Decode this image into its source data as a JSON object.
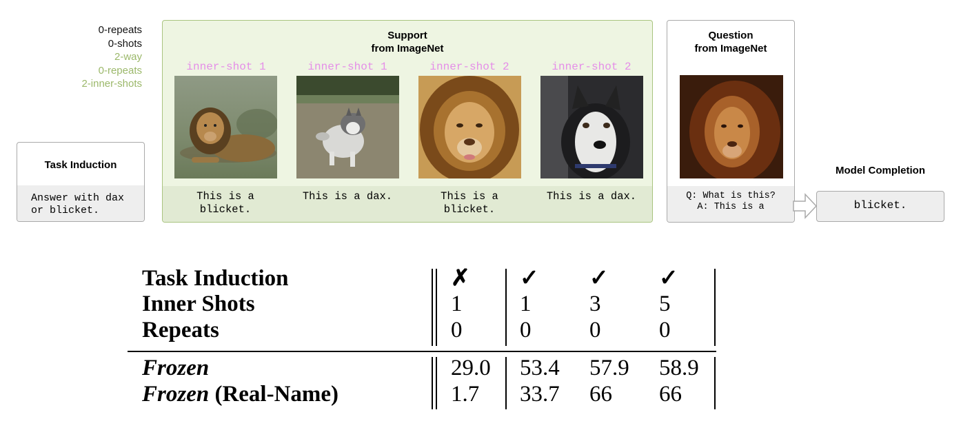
{
  "legend": {
    "black": [
      "0-repeats",
      "0-shots"
    ],
    "green": [
      "2-way",
      "0-repeats",
      "2-inner-shots"
    ]
  },
  "task_induction": {
    "title": "Task Induction",
    "text": "Answer with dax\nor blicket."
  },
  "support": {
    "title_line1": "Support",
    "title_line2": "from ImageNet",
    "shots": [
      {
        "label": "inner-shot 1",
        "caption": "This is a\nblicket.",
        "image": "lion-lying-image"
      },
      {
        "label": "inner-shot 1",
        "caption": "This is a dax.",
        "image": "husky-puppy-image"
      },
      {
        "label": "inner-shot 2",
        "caption": "This is a\nblicket.",
        "image": "lion-face-image"
      },
      {
        "label": "inner-shot 2",
        "caption": "This is a dax.",
        "image": "husky-face-image"
      }
    ]
  },
  "question": {
    "title_line1": "Question",
    "title_line2": "from ImageNet",
    "text": "Q: What is this?\nA: This is a"
  },
  "model_completion": {
    "title": "Model Completion",
    "text": "blicket."
  },
  "table": {
    "row_headers": [
      "Task Induction",
      "Inner Shots",
      "Repeats"
    ],
    "columns": [
      {
        "task_induction": "✗",
        "inner_shots": "1",
        "repeats": "0",
        "frozen": "29.0",
        "frozen_real": "1.7"
      },
      {
        "task_induction": "✓",
        "inner_shots": "1",
        "repeats": "0",
        "frozen": "53.4",
        "frozen_real": "33.7"
      },
      {
        "task_induction": "✓",
        "inner_shots": "3",
        "repeats": "0",
        "frozen": "57.9",
        "frozen_real": "66"
      },
      {
        "task_induction": "✓",
        "inner_shots": "5",
        "repeats": "0",
        "frozen": "58.9",
        "frozen_real": "66"
      }
    ],
    "model_rows": [
      {
        "name": "Frozen",
        "suffix": ""
      },
      {
        "name": "Frozen",
        "suffix": " (Real-Name)"
      }
    ]
  },
  "colors": {
    "support_border": "#a9c47f",
    "support_bg": "#eef5e2",
    "legend_green": "#9bb86a",
    "shot_label_pink": "#e58ee8"
  }
}
